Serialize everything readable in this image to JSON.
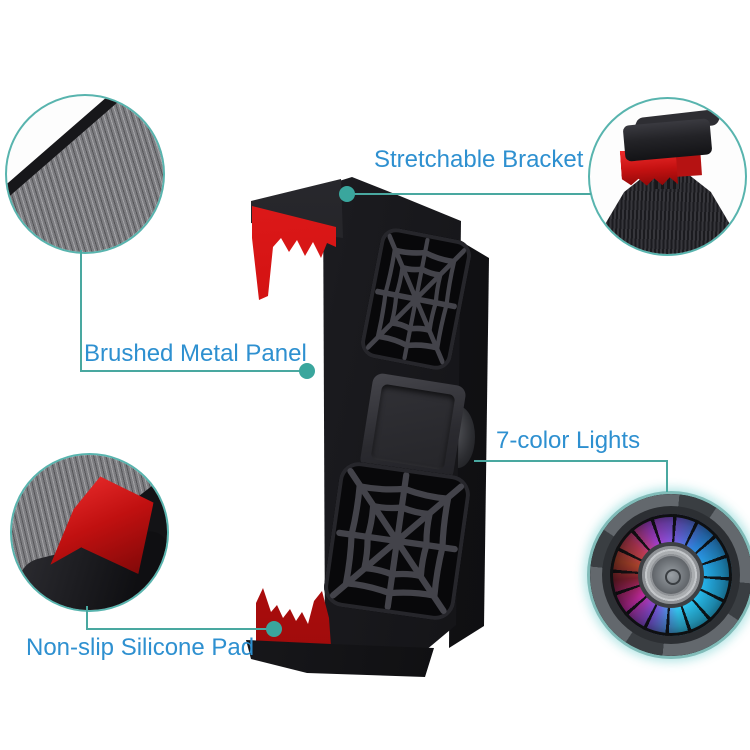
{
  "image_type": "product-feature-callout-diagram",
  "product": {
    "name": "mobile phone cooling fan clip (side view)",
    "features_count": 4
  },
  "callouts": {
    "stretchable_bracket": {
      "label": "Stretchable Bracket"
    },
    "brushed_metal_panel": {
      "label": "Brushed Metal Panel"
    },
    "seven_color_lights": {
      "label": "7-color Lights"
    },
    "non_slip_silicone_pad": {
      "label": "Non-slip Silicone Pad"
    }
  },
  "detail_views": {
    "top_left": "brushed metal texture close-up",
    "top_right": "stretchable bracket with red grip close-up",
    "bottom_left": "non-slip red silicone pad close-up",
    "bottom_right": "7-color RGB illuminated fan close-up"
  },
  "colors": {
    "background": "#ffffff",
    "label_text": "#2e90d0",
    "callout_line": "#49a8a0",
    "callout_dot": "#3aa69d",
    "detail_circle_border": "#58b4ae",
    "body_black": "#1a1a1e",
    "silicone_red": "#d51212",
    "brushed_metal_gray": "#7d7d81",
    "fan_light_colors": [
      "#8255dc",
      "#2e86e0",
      "#28c0ee",
      "#7a50d8",
      "#c12a9e",
      "#7e1f2e",
      "#a8432a"
    ]
  }
}
